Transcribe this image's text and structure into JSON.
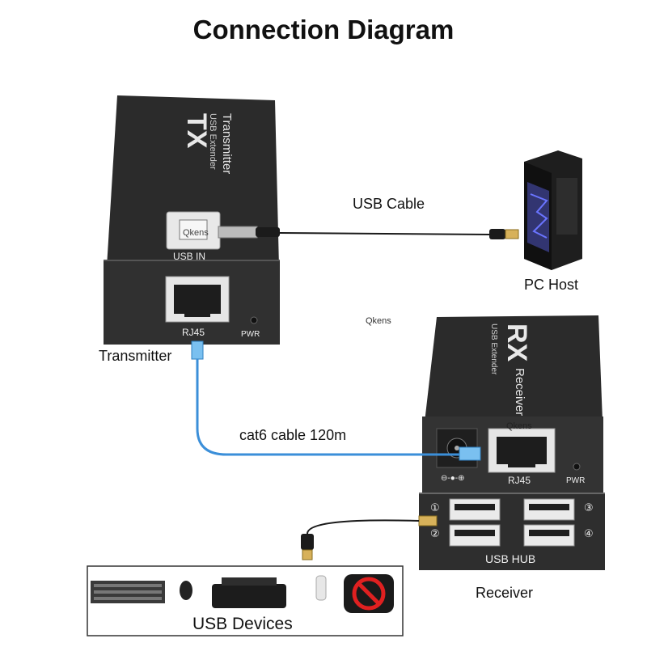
{
  "title": "Connection Diagram",
  "transmitter": {
    "face_code": "TX",
    "face_sub": "USB Extender",
    "face_name": "Transmitter",
    "usb_port_label": "USB IN",
    "rj45_label": "RJ45",
    "pwr_label": "PWR",
    "caption": "Transmitter",
    "port_watermark": "Qkens"
  },
  "receiver": {
    "face_code": "RX",
    "face_sub": "USB Extender",
    "face_name": "Receiver",
    "rj45_label": "RJ45",
    "pwr_label": "PWR",
    "power_symbol": "⊖-●-⊕",
    "hub_label": "USB HUB",
    "port_numbers": [
      "①",
      "②",
      "③",
      "④"
    ],
    "caption": "Receiver",
    "port_watermark": "Qkens"
  },
  "cables": {
    "usb_cable": "USB Cable",
    "cat6_cable": "cat6 cable 120m"
  },
  "pc_host": {
    "label": "PC Host"
  },
  "usb_devices": {
    "label": "USB Devices"
  },
  "watermark": "Qkens",
  "colors": {
    "device_body": "#2a2a2a",
    "device_face": "#3a3a3a",
    "cat6": "#3b8fd9",
    "cable_black": "#1a1a1a"
  }
}
